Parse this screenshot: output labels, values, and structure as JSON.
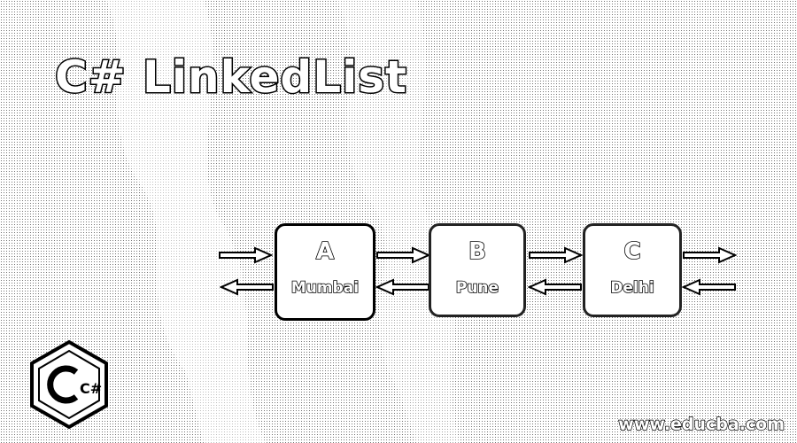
{
  "title": "C# LinkedList",
  "nodes": [
    {
      "letter": "A",
      "city": "Mumbai"
    },
    {
      "letter": "B",
      "city": "Pune"
    },
    {
      "letter": "C",
      "city": "Delhi"
    }
  ],
  "logo": {
    "icon": "csharp-hexagon-logo",
    "text": "C#"
  },
  "footer": {
    "url": "www.educba.com"
  },
  "colors": {
    "ink": "#000000",
    "paper": "#ffffff"
  }
}
